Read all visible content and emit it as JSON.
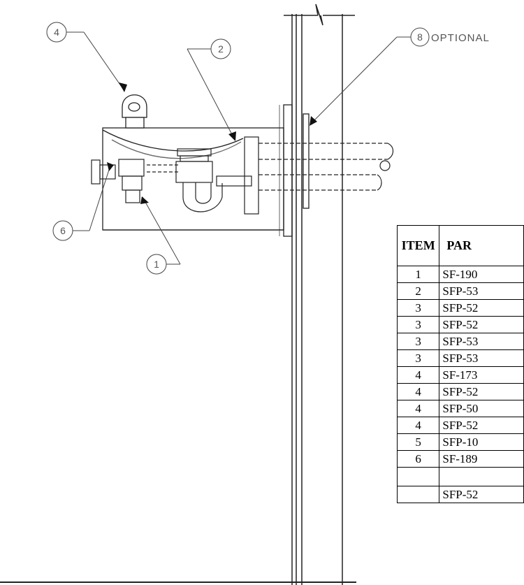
{
  "callouts": {
    "c4": "4",
    "c2": "2",
    "c6": "6",
    "c1": "1",
    "c8": "8",
    "optional": "OPTIONAL"
  },
  "table": {
    "headers": [
      "ITEM",
      "PAR"
    ],
    "rows": [
      {
        "item": "1",
        "part": "SF-190"
      },
      {
        "item": "2",
        "part": "SFP-53"
      },
      {
        "item": "3",
        "part": "SFP-52"
      },
      {
        "item": "3",
        "part": "SFP-52"
      },
      {
        "item": "3",
        "part": "SFP-53"
      },
      {
        "item": "3",
        "part": "SFP-53"
      },
      {
        "item": "4",
        "part": "SF-173"
      },
      {
        "item": "4",
        "part": "SFP-52"
      },
      {
        "item": "4",
        "part": "SFP-50"
      },
      {
        "item": "4",
        "part": "SFP-52"
      },
      {
        "item": "5",
        "part": "SFP-10"
      },
      {
        "item": "6",
        "part": "SF-189"
      },
      {
        "item": "",
        "part": ""
      },
      {
        "item": "",
        "part": "SFP-52"
      }
    ]
  }
}
